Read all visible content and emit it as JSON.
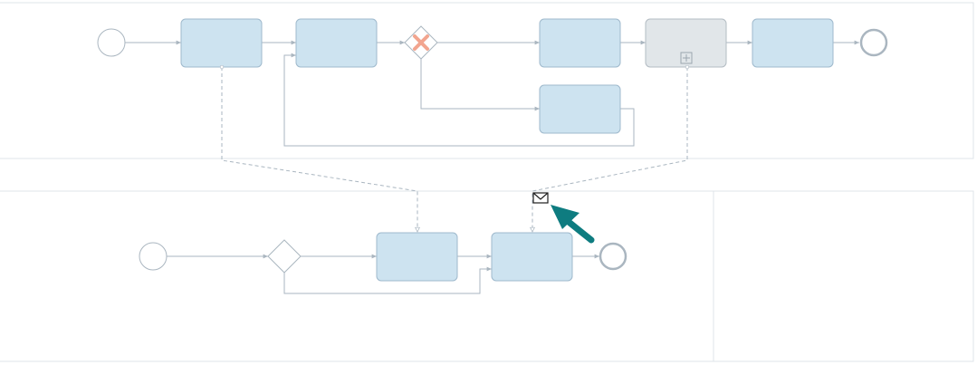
{
  "diagram": {
    "type": "bpmn-collaboration",
    "pools": [
      {
        "id": "pool-top",
        "lanes": 1
      },
      {
        "id": "pool-bottom",
        "lanes": 2
      }
    ],
    "top_process": {
      "tasks": [
        "task-1",
        "task-2",
        "task-3",
        "subprocess",
        "task-5",
        "task-4"
      ],
      "gateway": "exclusive"
    },
    "bottom_process": {
      "tasks": [
        "task-a",
        "task-b"
      ],
      "gateway": "exclusive-unmarked"
    }
  },
  "colors": {
    "task_fill": "#cde3f0",
    "subprocess_fill": "#e1e6e9",
    "gateway_marker": "#f2a58f",
    "cursor": "#0e7c80",
    "flow": "#aab6c0"
  },
  "icons": {
    "gateway_marker": "x-icon",
    "subprocess_marker": "plus-box-icon",
    "message": "envelope-icon",
    "pointer": "arrow-cursor-icon"
  }
}
